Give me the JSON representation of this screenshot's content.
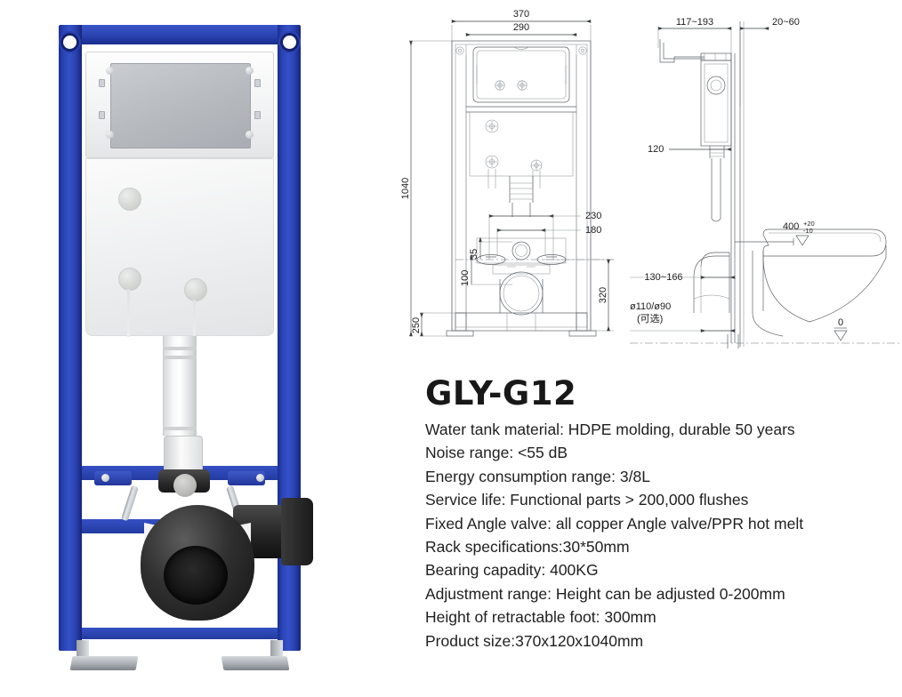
{
  "product": {
    "title": "GLY-G12",
    "specs": [
      "Water tank material: HDPE molding, durable 50 years",
      "Noise range: <55 dB",
      "Energy consumption range: 3/8L",
      "Service life: Functional parts > 200,000 flushes",
      "Fixed Angle valve: all copper Angle valve/PPR hot melt",
      "Rack specifications:30*50mm",
      "Bearing capadity: 400KG",
      "Adjustment range: Height can be adjusted 0-200mm",
      "Height of retractable foot: 300mm",
      "Product size:370x120x1040mm"
    ]
  },
  "photo": {
    "alt": "concealed cistern support frame",
    "frame_color": "#2740ad",
    "cistern_color": "#f1f2f3",
    "waste_color": "#1a1a1a"
  },
  "drawings": {
    "front_view": {
      "dimensions": {
        "overall_width": "370",
        "inner_width": "290",
        "overall_height": "1040",
        "bracket_spacing_outer": "230",
        "bracket_spacing_inner": "180",
        "offset_a": "100",
        "offset_b": "35",
        "foot_height": "250",
        "waste_height": "320"
      }
    },
    "side_view": {
      "dimensions": {
        "plate_depth": "117~193",
        "wall_offset": "20~60",
        "frame_depth": "120",
        "waste_offset": "130~166",
        "waste_diameter": "ø110/ø90",
        "waste_diameter_note": "(可选)",
        "bowl_height": "400",
        "bowl_tol_upper": "+20",
        "bowl_tol_lower": "-10",
        "floor_level": "0"
      }
    }
  }
}
